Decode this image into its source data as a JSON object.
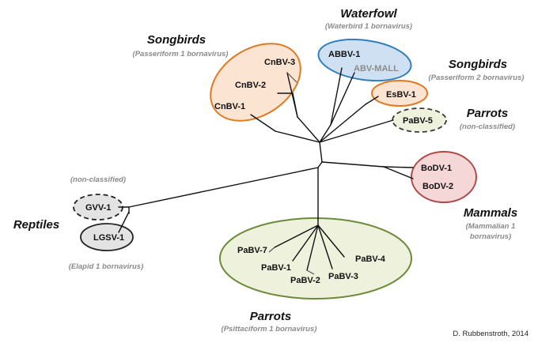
{
  "groups": {
    "waterfowl": {
      "title": "Waterfowl",
      "subtitle": "(Waterbird 1 bornavirus)"
    },
    "songbirds_1": {
      "title": "Songbirds",
      "subtitle": "(Passeriform 1 bornavirus)"
    },
    "songbirds_2": {
      "title": "Songbirds",
      "subtitle": "(Passeriform 2 bornavirus)"
    },
    "parrots_nc": {
      "title": "Parrots",
      "subtitle": "(non-classified)"
    },
    "mammals": {
      "title": "Mammals",
      "subtitle_line1": "(Mammalian 1",
      "subtitle_line2": "bornavirus)"
    },
    "reptiles": {
      "title": "Reptiles",
      "subtitle_top": "(non-classified)",
      "subtitle_bottom": "(Elapid 1 bornavirus)"
    },
    "parrots_1": {
      "title": "Parrots",
      "subtitle": "(Psittaciform 1 bornavirus)"
    }
  },
  "leaves": {
    "cnbv3": "CnBV-3",
    "cnbv2": "CnBV-2",
    "cnbv1": "CnBV-1",
    "abbv1": "ABBV-1",
    "abvmall": "ABV-MALL",
    "esbv1": "EsBV-1",
    "pabv5": "PaBV-5",
    "bodv1": "BoDV-1",
    "bodv2": "BoDV-2",
    "gvv1": "GVV-1",
    "lgsv1": "LGSV-1",
    "pabv7": "PaBV-7",
    "pabv1": "PaBV-1",
    "pabv2": "PaBV-2",
    "pabv3": "PaBV-3",
    "pabv4": "PaBV-4"
  },
  "colors": {
    "orange": "#e07a22",
    "orange_fill": "#fbe4d2",
    "blue": "#2f7fbf",
    "blue_fill": "#cfe0f2",
    "green": "#6c8a3a",
    "green_fill": "#eef2dc",
    "red": "#b04848",
    "red_fill": "#f6d7d7",
    "grey_fill": "#e3e3e3"
  },
  "credit": "D. Rubbenstroth, 2014"
}
